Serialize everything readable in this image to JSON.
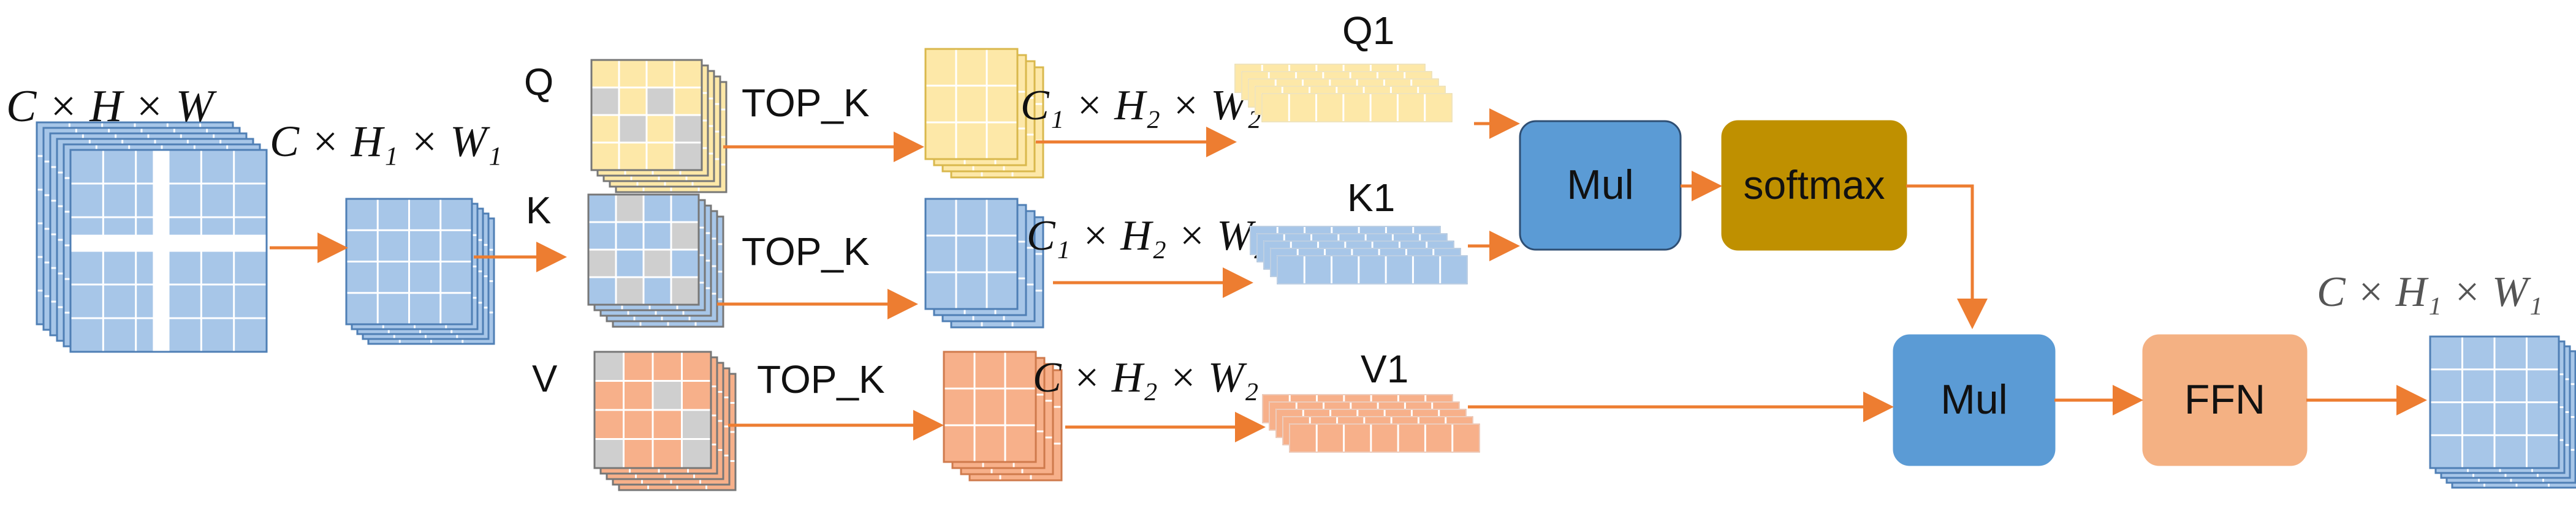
{
  "colors": {
    "blue": "#a7c6e8",
    "blue_stroke": "#4f7fb5",
    "yellow": "#fde8a8",
    "yellow_stroke": "#d9b84d",
    "orange": "#f7b08a",
    "orange_stroke": "#cf7a4c",
    "gray_cell": "#cfcfcf",
    "arrow": "#ed7d31",
    "mul_box": "#5b9bd5",
    "softmax_box": "#bf9000",
    "ffn_box": "#f4b183"
  },
  "labels": {
    "input_dims": "C × H × W",
    "pooled_dims": "C × H₁ × W₁",
    "q": "Q",
    "k": "K",
    "v": "V",
    "topk_q": "TOP_K",
    "topk_k": "TOP_K",
    "topk_v": "TOP_K",
    "q_dims": "C₁ × H₂ × W₂",
    "k_dims": "C₁ × H₂ × W₂",
    "v_dims": "C × H₂ × W₂",
    "q1": "Q1",
    "k1": "K1",
    "v1": "V1",
    "output_dims": "C × H₁ × W₁"
  },
  "boxes": {
    "mul_top": "Mul",
    "softmax": "softmax",
    "mul_bottom": "Mul",
    "ffn": "FFN"
  }
}
